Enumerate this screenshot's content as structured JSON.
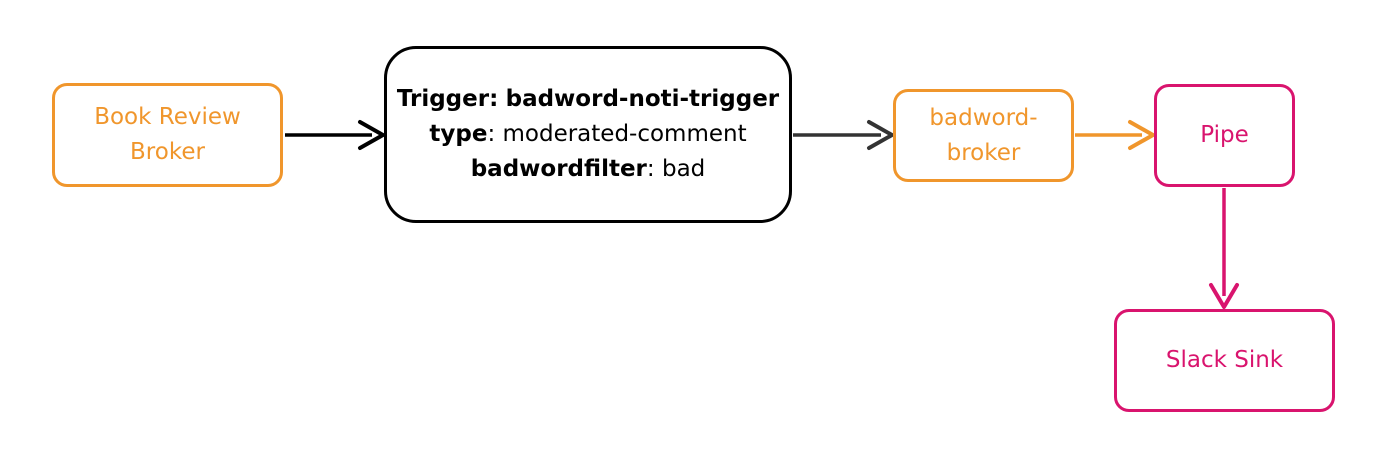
{
  "colors": {
    "broker": "#f0962c",
    "trigger": "#000000",
    "pipe": "#d9146e",
    "arrow_dark": "#333333"
  },
  "nodes": {
    "book_review_broker": {
      "line1": "Book Review",
      "line2": "Broker"
    },
    "trigger": {
      "title_key": "Trigger:",
      "title_value": "badword-noti-trigger",
      "type_key": "type",
      "type_value": ": moderated-comment",
      "filter_key": "badwordfilter",
      "filter_value": ": bad"
    },
    "badword_broker": {
      "line1": "badword-",
      "line2": "broker"
    },
    "pipe": {
      "label": "Pipe"
    },
    "slack_sink": {
      "label": "Slack Sink"
    }
  }
}
